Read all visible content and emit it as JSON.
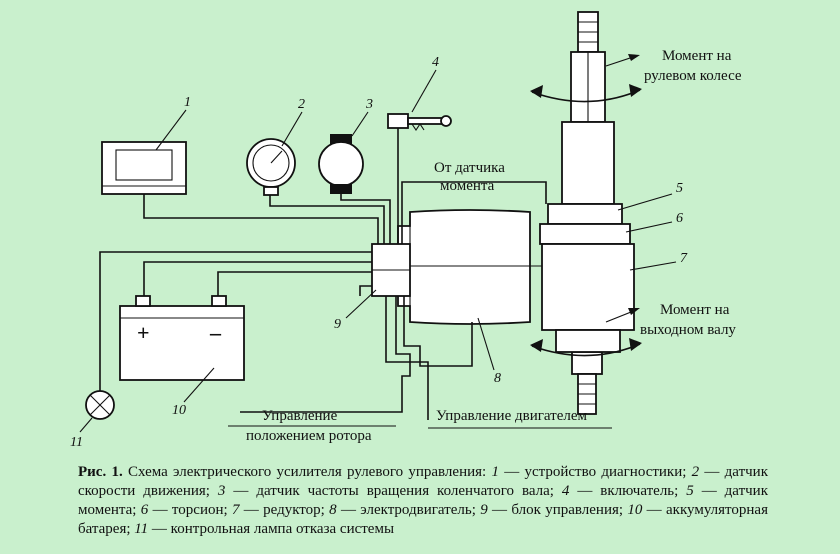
{
  "diagram": {
    "labels": {
      "n1": "1",
      "n2": "2",
      "n3": "3",
      "n4": "4",
      "n5": "5",
      "n6": "6",
      "n7": "7",
      "n8": "8",
      "n9": "9",
      "n10": "10",
      "n11": "11",
      "torque_wheel_1": "Момент на",
      "torque_wheel_2": "рулевом колесе",
      "torque_output_1": "Момент на",
      "torque_output_2": "выходном валу",
      "from_sensor_1": "От датчика",
      "from_sensor_2": "момента",
      "rotor_control_1": "Управление",
      "rotor_control_2": "положением ротора",
      "motor_control": "Управление двигателем",
      "battery_plus": "+",
      "battery_minus": "–"
    }
  },
  "caption": {
    "fig_label": "Рис. 1.",
    "title": "Схема электрического усилителя рулевого управления:",
    "items": [
      {
        "n": "1",
        "text": "устройство диагностики"
      },
      {
        "n": "2",
        "text": "датчик скорости движения"
      },
      {
        "n": "3",
        "text": "датчик частоты вращения коленчатого вала"
      },
      {
        "n": "4",
        "text": "включатель"
      },
      {
        "n": "5",
        "text": "датчик момента"
      },
      {
        "n": "6",
        "text": "торсион"
      },
      {
        "n": "7",
        "text": "редуктор"
      },
      {
        "n": "8",
        "text": "электродвигатель"
      },
      {
        "n": "9",
        "text": "блок управления"
      },
      {
        "n": "10",
        "text": "аккумуляторная батарея"
      },
      {
        "n": "11",
        "text": "контрольная лампа отказа системы"
      }
    ]
  }
}
